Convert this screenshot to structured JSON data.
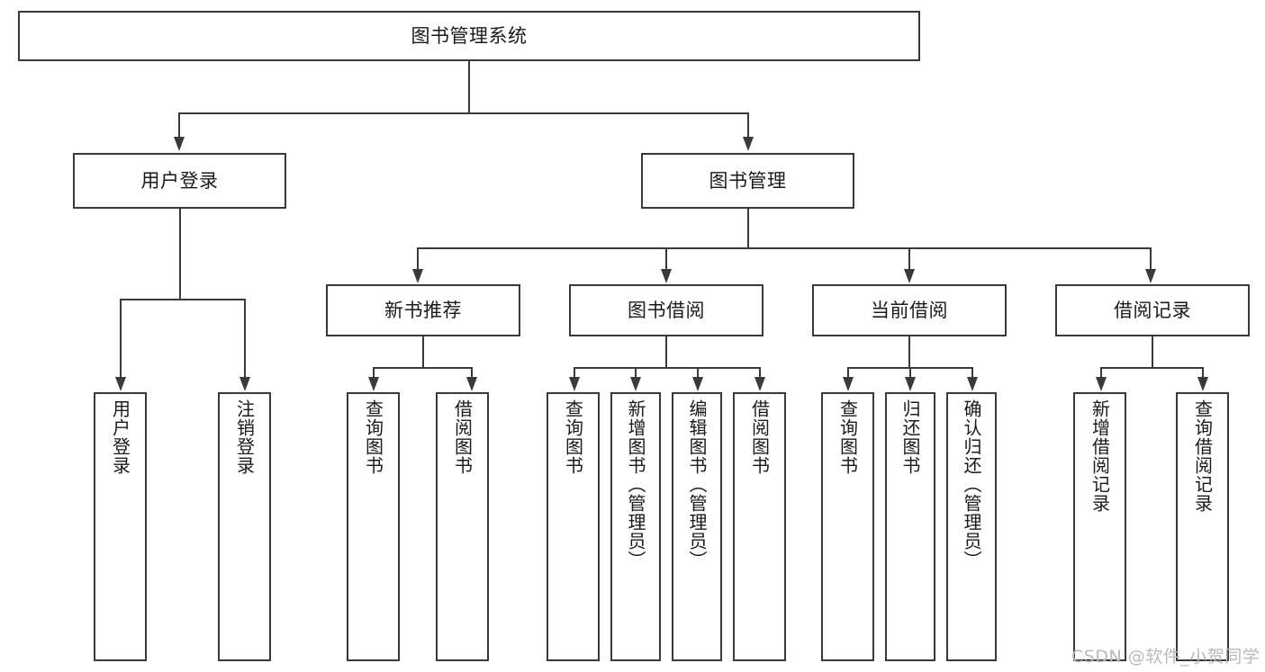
{
  "diagram": {
    "title": "图书管理系统",
    "type": "tree-hierarchy",
    "root": {
      "id": "root",
      "label": "图书管理系统"
    },
    "level2": [
      {
        "id": "user-login",
        "label": "用户登录"
      },
      {
        "id": "book-manage",
        "label": "图书管理"
      }
    ],
    "level3": [
      {
        "id": "new-book-rec",
        "label": "新书推荐"
      },
      {
        "id": "book-borrow",
        "label": "图书借阅"
      },
      {
        "id": "current-borrow",
        "label": "当前借阅"
      },
      {
        "id": "borrow-record",
        "label": "借阅记录"
      }
    ],
    "leaves": {
      "user_login": [
        {
          "id": "leaf-user-login",
          "label": "用户登录"
        },
        {
          "id": "leaf-logout",
          "label": "注销登录"
        }
      ],
      "new_book_rec": [
        {
          "id": "leaf-query-book-1",
          "label": "查询图书"
        },
        {
          "id": "leaf-borrow-book-1",
          "label": "借阅图书"
        }
      ],
      "book_borrow": [
        {
          "id": "leaf-query-book-2",
          "label": "查询图书"
        },
        {
          "id": "leaf-add-book",
          "label": "新增图书（管理员）"
        },
        {
          "id": "leaf-edit-book",
          "label": "编辑图书（管理员）"
        },
        {
          "id": "leaf-borrow-book-2",
          "label": "借阅图书"
        }
      ],
      "current_borrow": [
        {
          "id": "leaf-query-book-3",
          "label": "查询图书"
        },
        {
          "id": "leaf-return-book",
          "label": "归还图书"
        },
        {
          "id": "leaf-confirm-return",
          "label": "确认归还（管理员）"
        }
      ],
      "borrow_record": [
        {
          "id": "leaf-add-record",
          "label": "新增借阅记录"
        },
        {
          "id": "leaf-query-record",
          "label": "查询借阅记录"
        }
      ]
    },
    "colors": {
      "stroke": "#3a3a3a",
      "fill": "#ffffff",
      "text": "#1a1a1a",
      "watermark": "#b9b9b9"
    }
  },
  "watermark": {
    "text": "CSDN @软件_小贺同学"
  }
}
